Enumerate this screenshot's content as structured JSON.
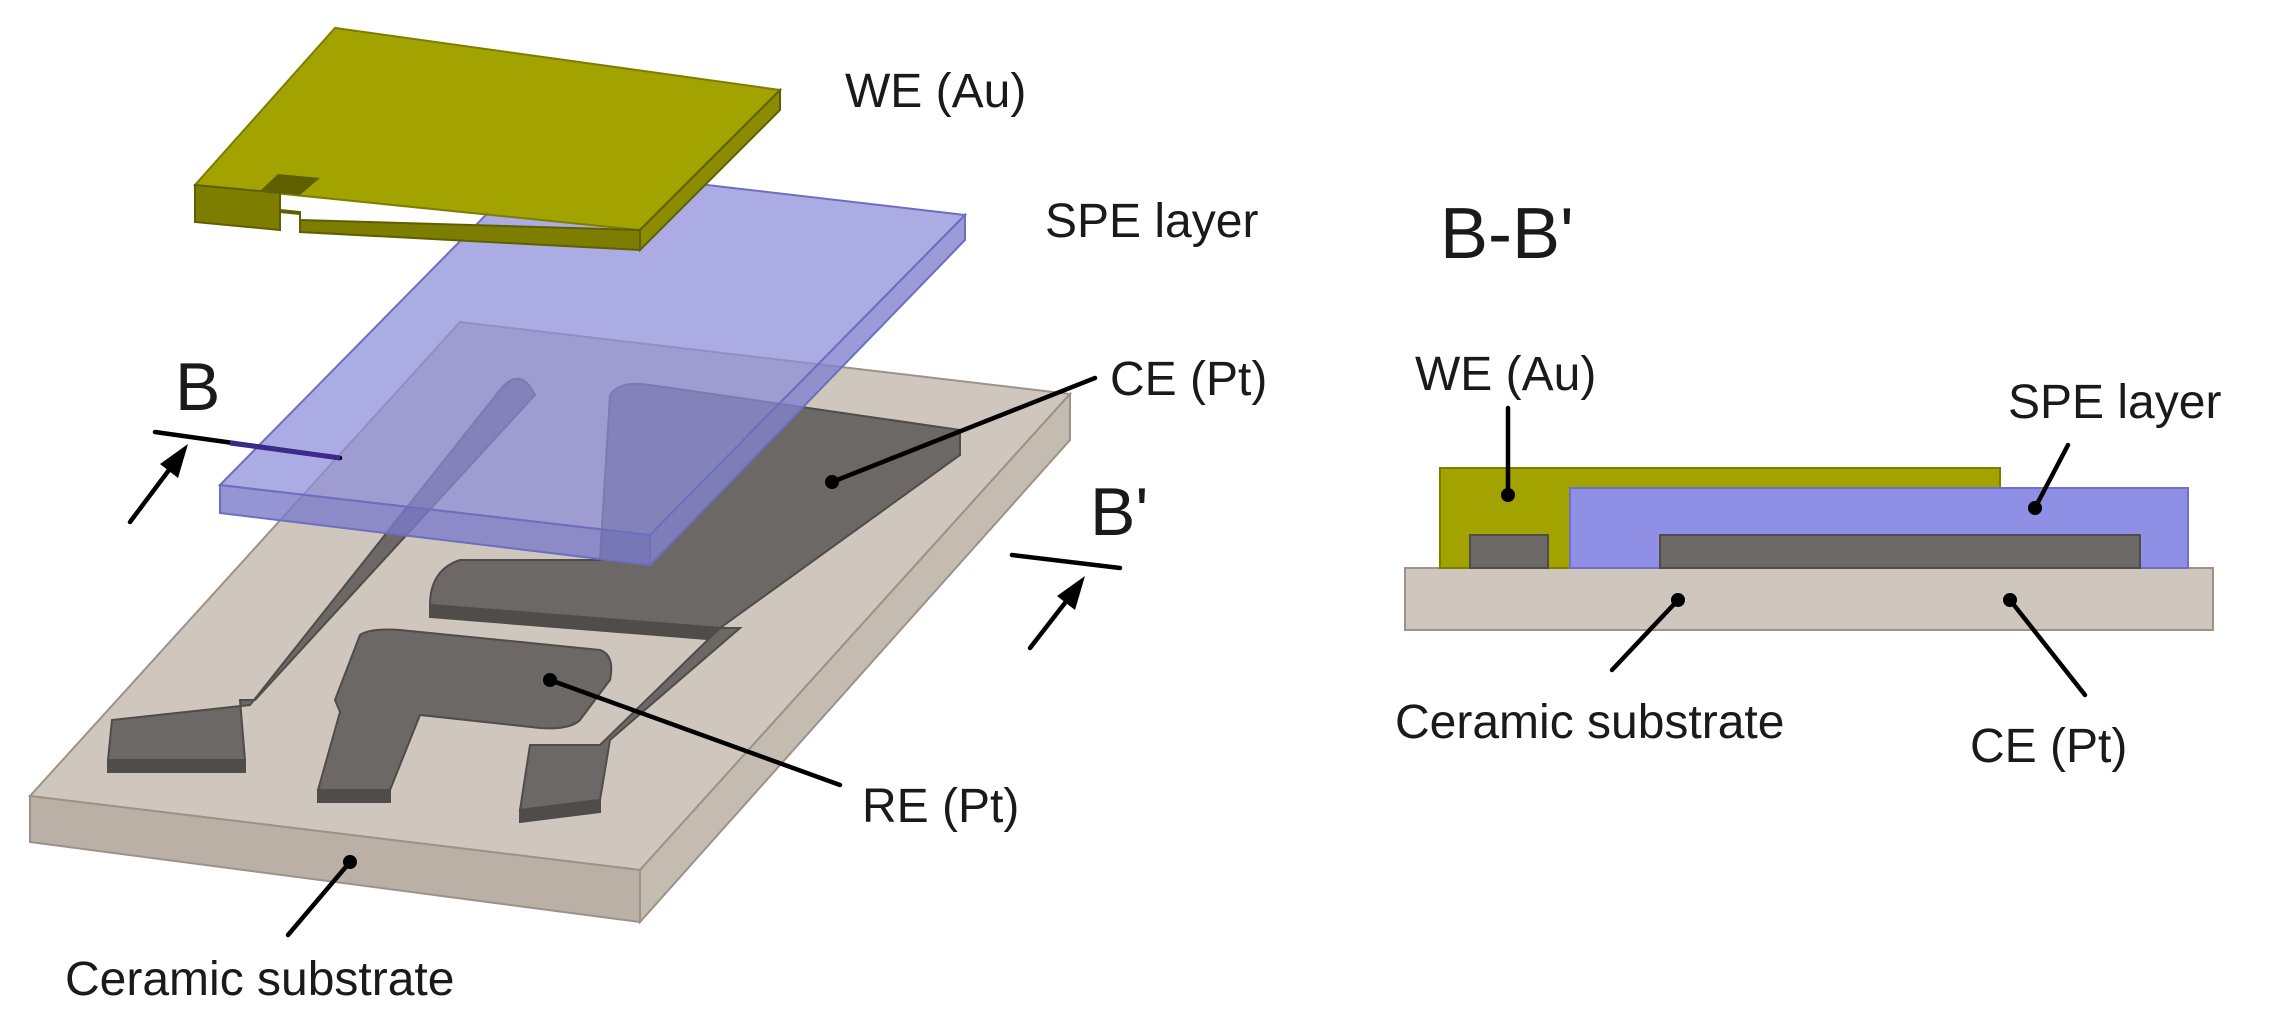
{
  "labels": {
    "we_au": "WE (Au)",
    "spe_layer": "SPE layer",
    "ce_pt": "CE (Pt)",
    "re_pt": "RE (Pt)",
    "ceramic_substrate": "Ceramic substrate",
    "section_b": "B",
    "section_b_prime": "B'",
    "section_title": "B-B'"
  },
  "cross_section_labels": {
    "we_au": "WE (Au)",
    "spe_layer": "SPE layer",
    "ceramic_substrate": "Ceramic substrate",
    "ce_pt": "CE (Pt)"
  },
  "colors": {
    "gold": "#a3a300",
    "gold_side": "#7d7d00",
    "gold_dark": "#5f5f00",
    "spe": "#8f8fe6",
    "spe_translucent": "#8c8cd9",
    "ceramic": "#cfc6bd",
    "ceramic_side": "#bab0a6",
    "ceramic_edge": "#9c9289",
    "pt": "#6b6866",
    "pt_side": "#4f4c4a",
    "section_line": "#3b2a8c"
  }
}
